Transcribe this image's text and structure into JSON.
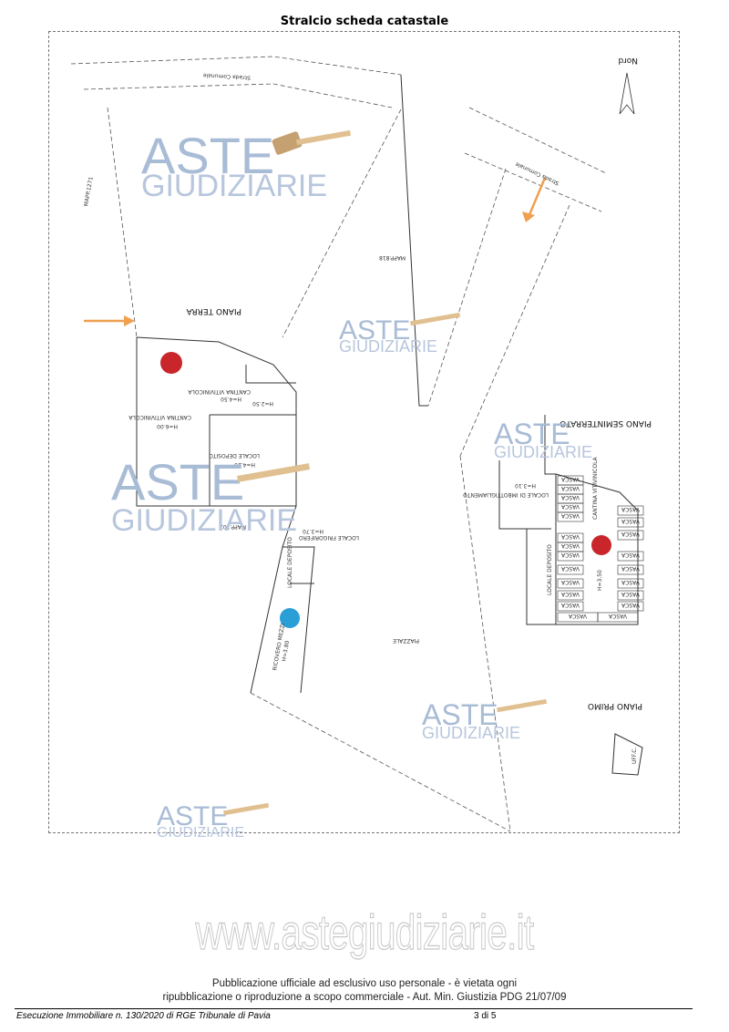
{
  "document": {
    "title": "Stralcio scheda catastale"
  },
  "map": {
    "north": "Nord",
    "road_top": "Strada Comunale",
    "road_right": "Strada Comunale",
    "mapp_left": "MAPP.1271",
    "mapp_center": "MAPP.818",
    "mapp_bottom": "MAPP.102",
    "piano_terra": "PIANO TERRA",
    "piano_seminterrato": "PIANO SEMINTERRATO",
    "piano_primo": "PIANO PRIMO",
    "piazzale": "PIAZZALE",
    "rooms": {
      "cantina_vitivinicola": "CANTINA VITIVINICOLA",
      "h450": "H=4.50",
      "cantina_vitivinicola2": "CANTINA VITIVINICOLA",
      "h600": "H=6.00",
      "locale_deposito": "LOCALE DEPOSITO",
      "h420": "H=4.20",
      "h250": "H=2.50",
      "locale_frigorifero": "LOCALE FRIGORIFERO",
      "h370": "H=3.70",
      "locale_deposito2": "LOCALE DEPOSITO",
      "ricovero_mezzi": "RICOVERO MEZZI",
      "h380": "H=3.80",
      "locale_imbott": "LOCALE DI IMBOTTIGLIAMENTO",
      "h310": "H=3.10",
      "cantina_semi": "CANTINA VITIVINICOLA",
      "h350": "H=3.50",
      "locale_deposito3": "LOCALE DEPOSITO",
      "uff": "UFF.C.",
      "vasca": "VASCA"
    }
  },
  "watermark": {
    "aste": "ASTE",
    "giudiziarie": "GIUDIZIARIE",
    "site": "www.astegiudiziarie.it"
  },
  "disclaimer": {
    "line1": "Pubblicazione ufficiale ad esclusivo uso personale - è vietata ogni",
    "line2": "ripubblicazione o riproduzione a scopo commerciale - Aut. Min. Giustizia PDG 21/07/09"
  },
  "footer": {
    "left": "Esecuzione Immobiliare n. 130/2020 di RGE Tribunale di Pavia",
    "page": "3 di 5"
  },
  "colors": {
    "marker_red": "#c8262b",
    "marker_blue": "#2a9fd6",
    "arrow_orange": "#f0a050",
    "watermark": "#a9bcd6"
  }
}
